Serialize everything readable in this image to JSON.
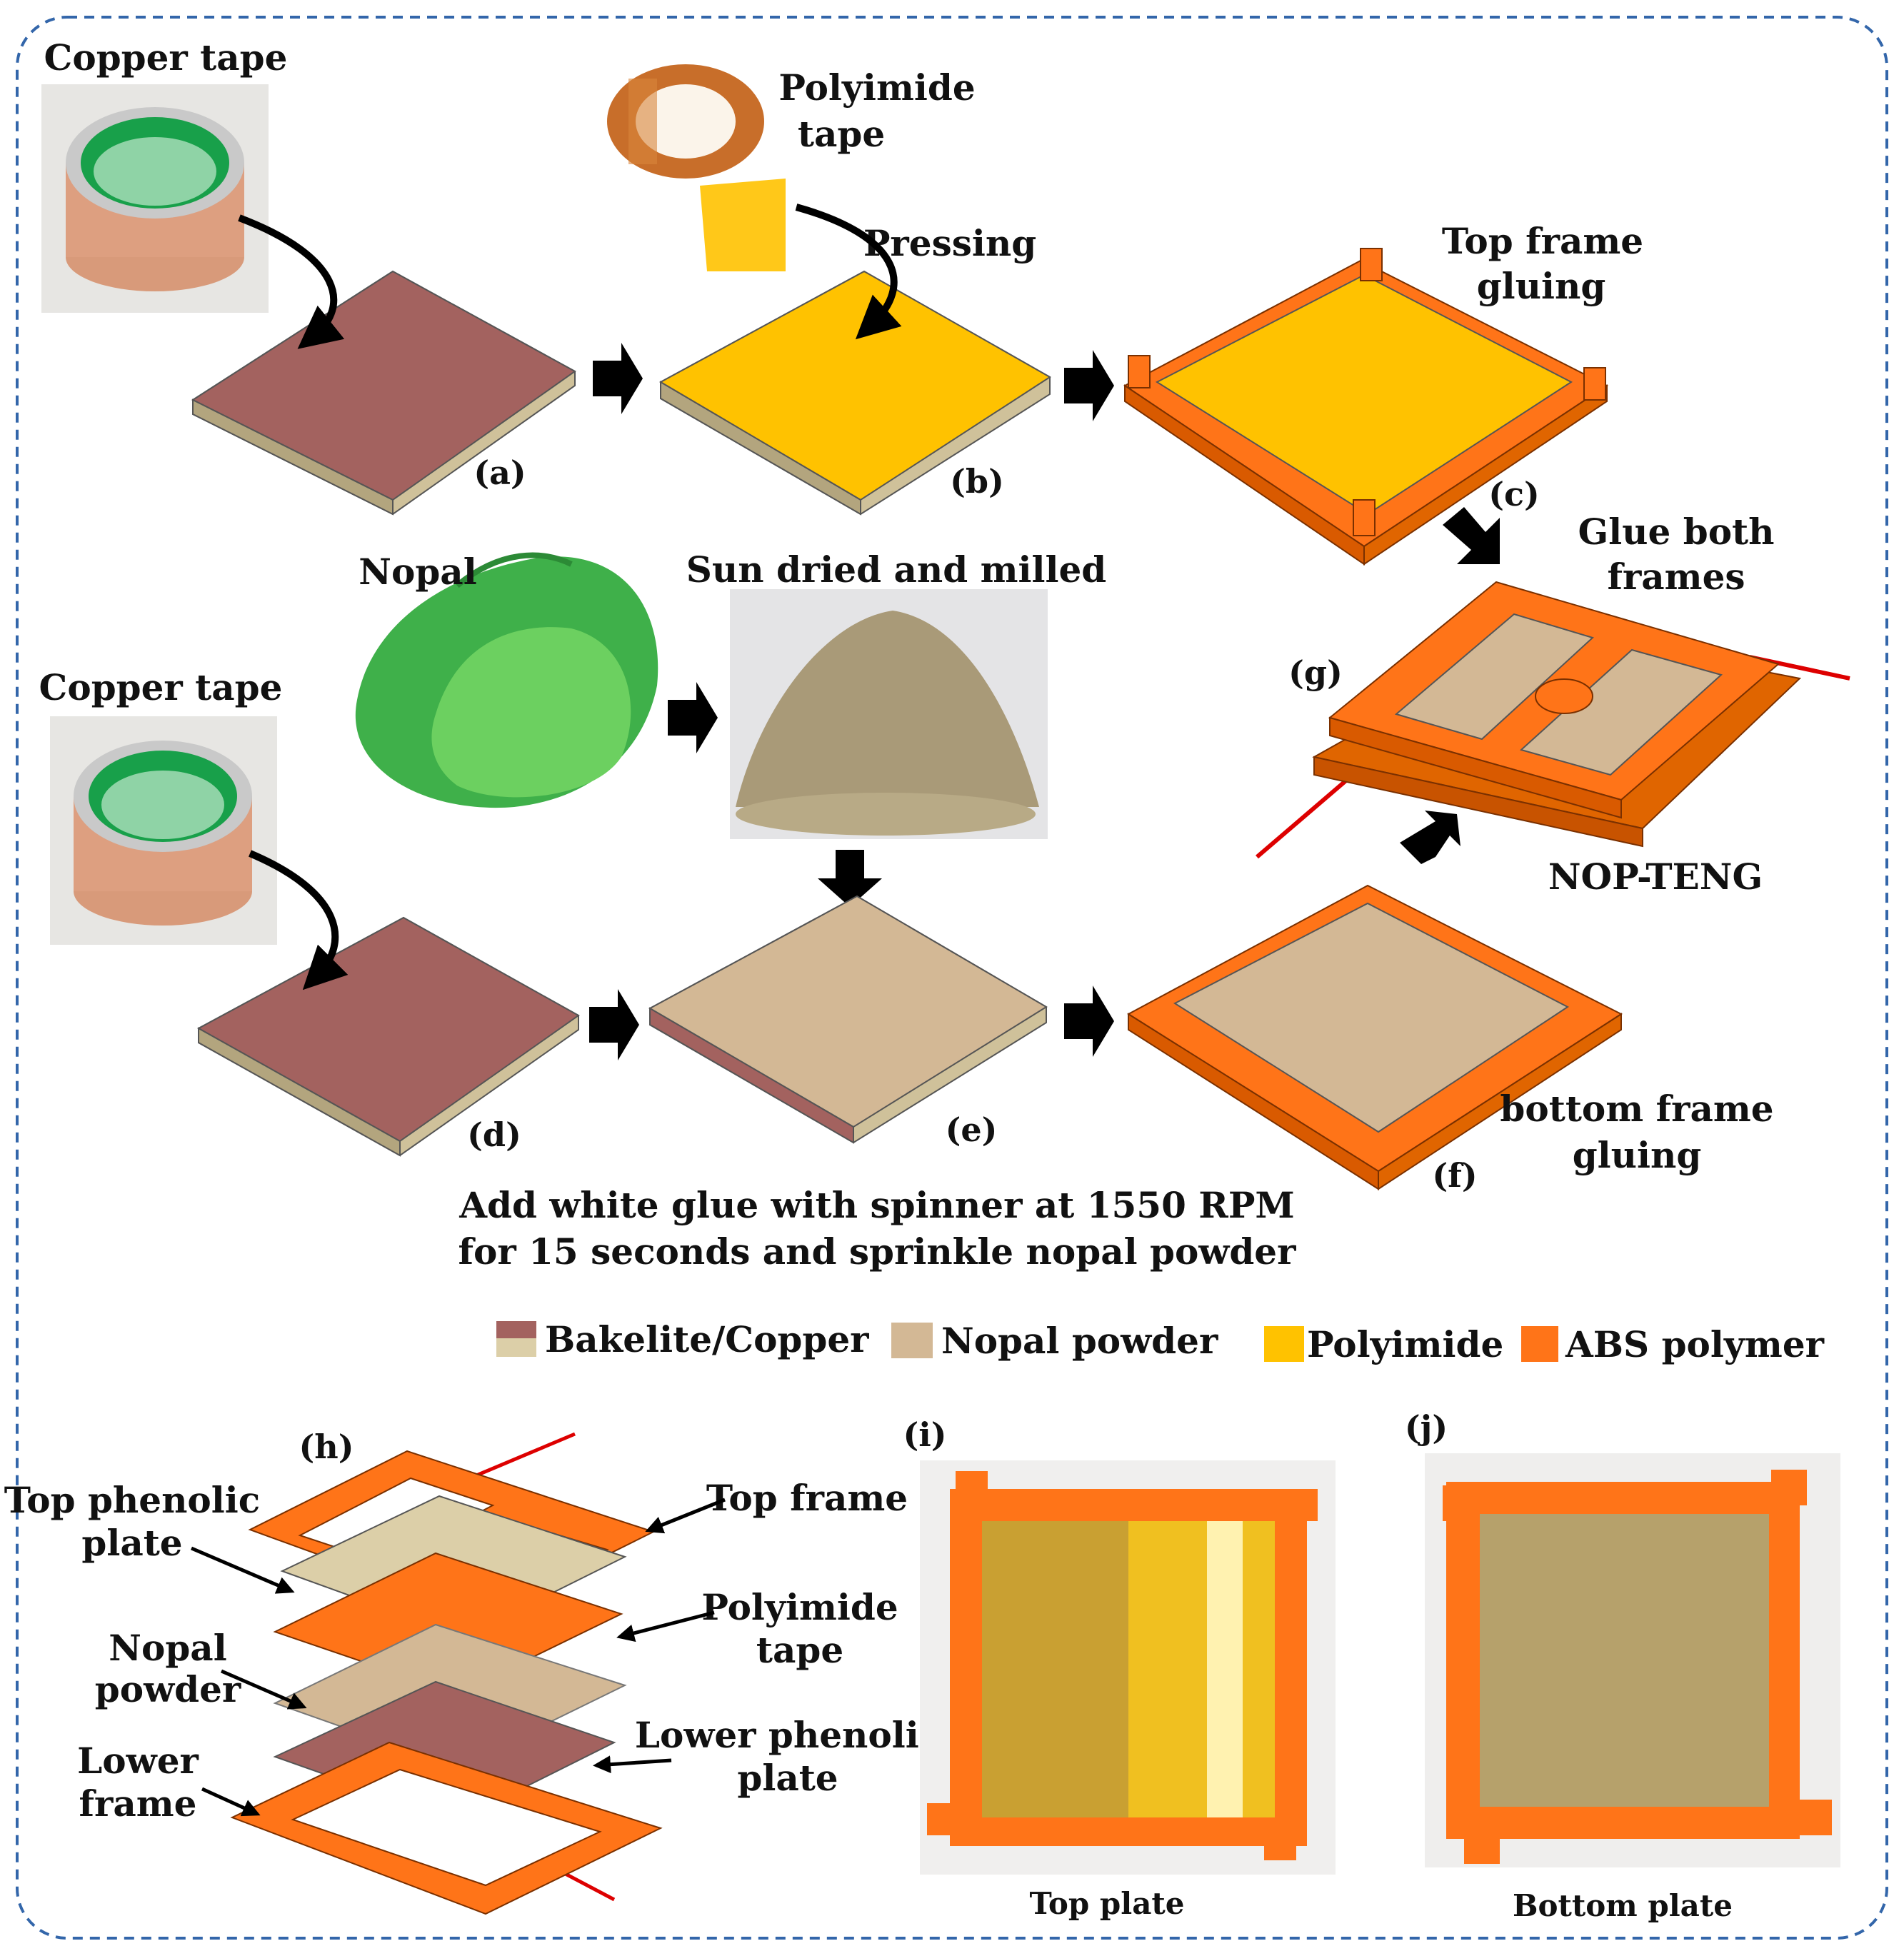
{
  "colors": {
    "bakelite_top": "#a3625f",
    "bakelite_side": "#cfc19a",
    "nopal": "#d3b895",
    "polyimide": "#ffc200",
    "abs": "#ff7418",
    "arrow": "#000000",
    "border": "#3366aa",
    "wire": "#dd0000"
  },
  "labels": {
    "copper_tape_top": "Copper tape",
    "polyimide_tape_1": "Polyimide",
    "polyimide_tape_2": "tape",
    "pressing": "Pressing",
    "top_frame_gluing_1": "Top frame",
    "top_frame_gluing_2": "gluing",
    "glue_both_1": "Glue both",
    "glue_both_2": "frames",
    "nopal": "Nopal",
    "sun_dried": "Sun dried and milled",
    "copper_tape_bottom": "Copper tape",
    "nop_teng": "NOP-TENG",
    "bottom_frame_gluing_1": "bottom frame",
    "bottom_frame_gluing_2": "gluing",
    "spinner_1": "Add white glue with spinner at 1550 RPM",
    "spinner_2": "for 15 seconds and sprinkle nopal powder",
    "top_plate": "Top plate",
    "bottom_plate": "Bottom plate"
  },
  "panels": {
    "a": "(a)",
    "b": "(b)",
    "c": "(c)",
    "d": "(d)",
    "e": "(e)",
    "f": "(f)",
    "g": "(g)",
    "h": "(h)",
    "i": "(i)",
    "j": "(j)"
  },
  "legend": [
    {
      "label": "Bakelite/Copper",
      "color": "#a3625f",
      "color2": "#dccfa8"
    },
    {
      "label": "Nopal powder",
      "color": "#d3b895"
    },
    {
      "label": "Polyimide",
      "color": "#ffc200"
    },
    {
      "label": "ABS polymer",
      "color": "#ff7418"
    }
  ],
  "exploded": {
    "top_phenolic_1": "Top phenolic",
    "top_phenolic_2": "plate",
    "top_frame": "Top frame",
    "polyimide_1": "Polyimide",
    "polyimide_2": "tape",
    "nopal_1": "Nopal",
    "nopal_2": "powder",
    "lower_phenolic_1": "Lower phenolic",
    "lower_phenolic_2": "plate",
    "lower_frame_1": "Lower",
    "lower_frame_2": "frame"
  }
}
